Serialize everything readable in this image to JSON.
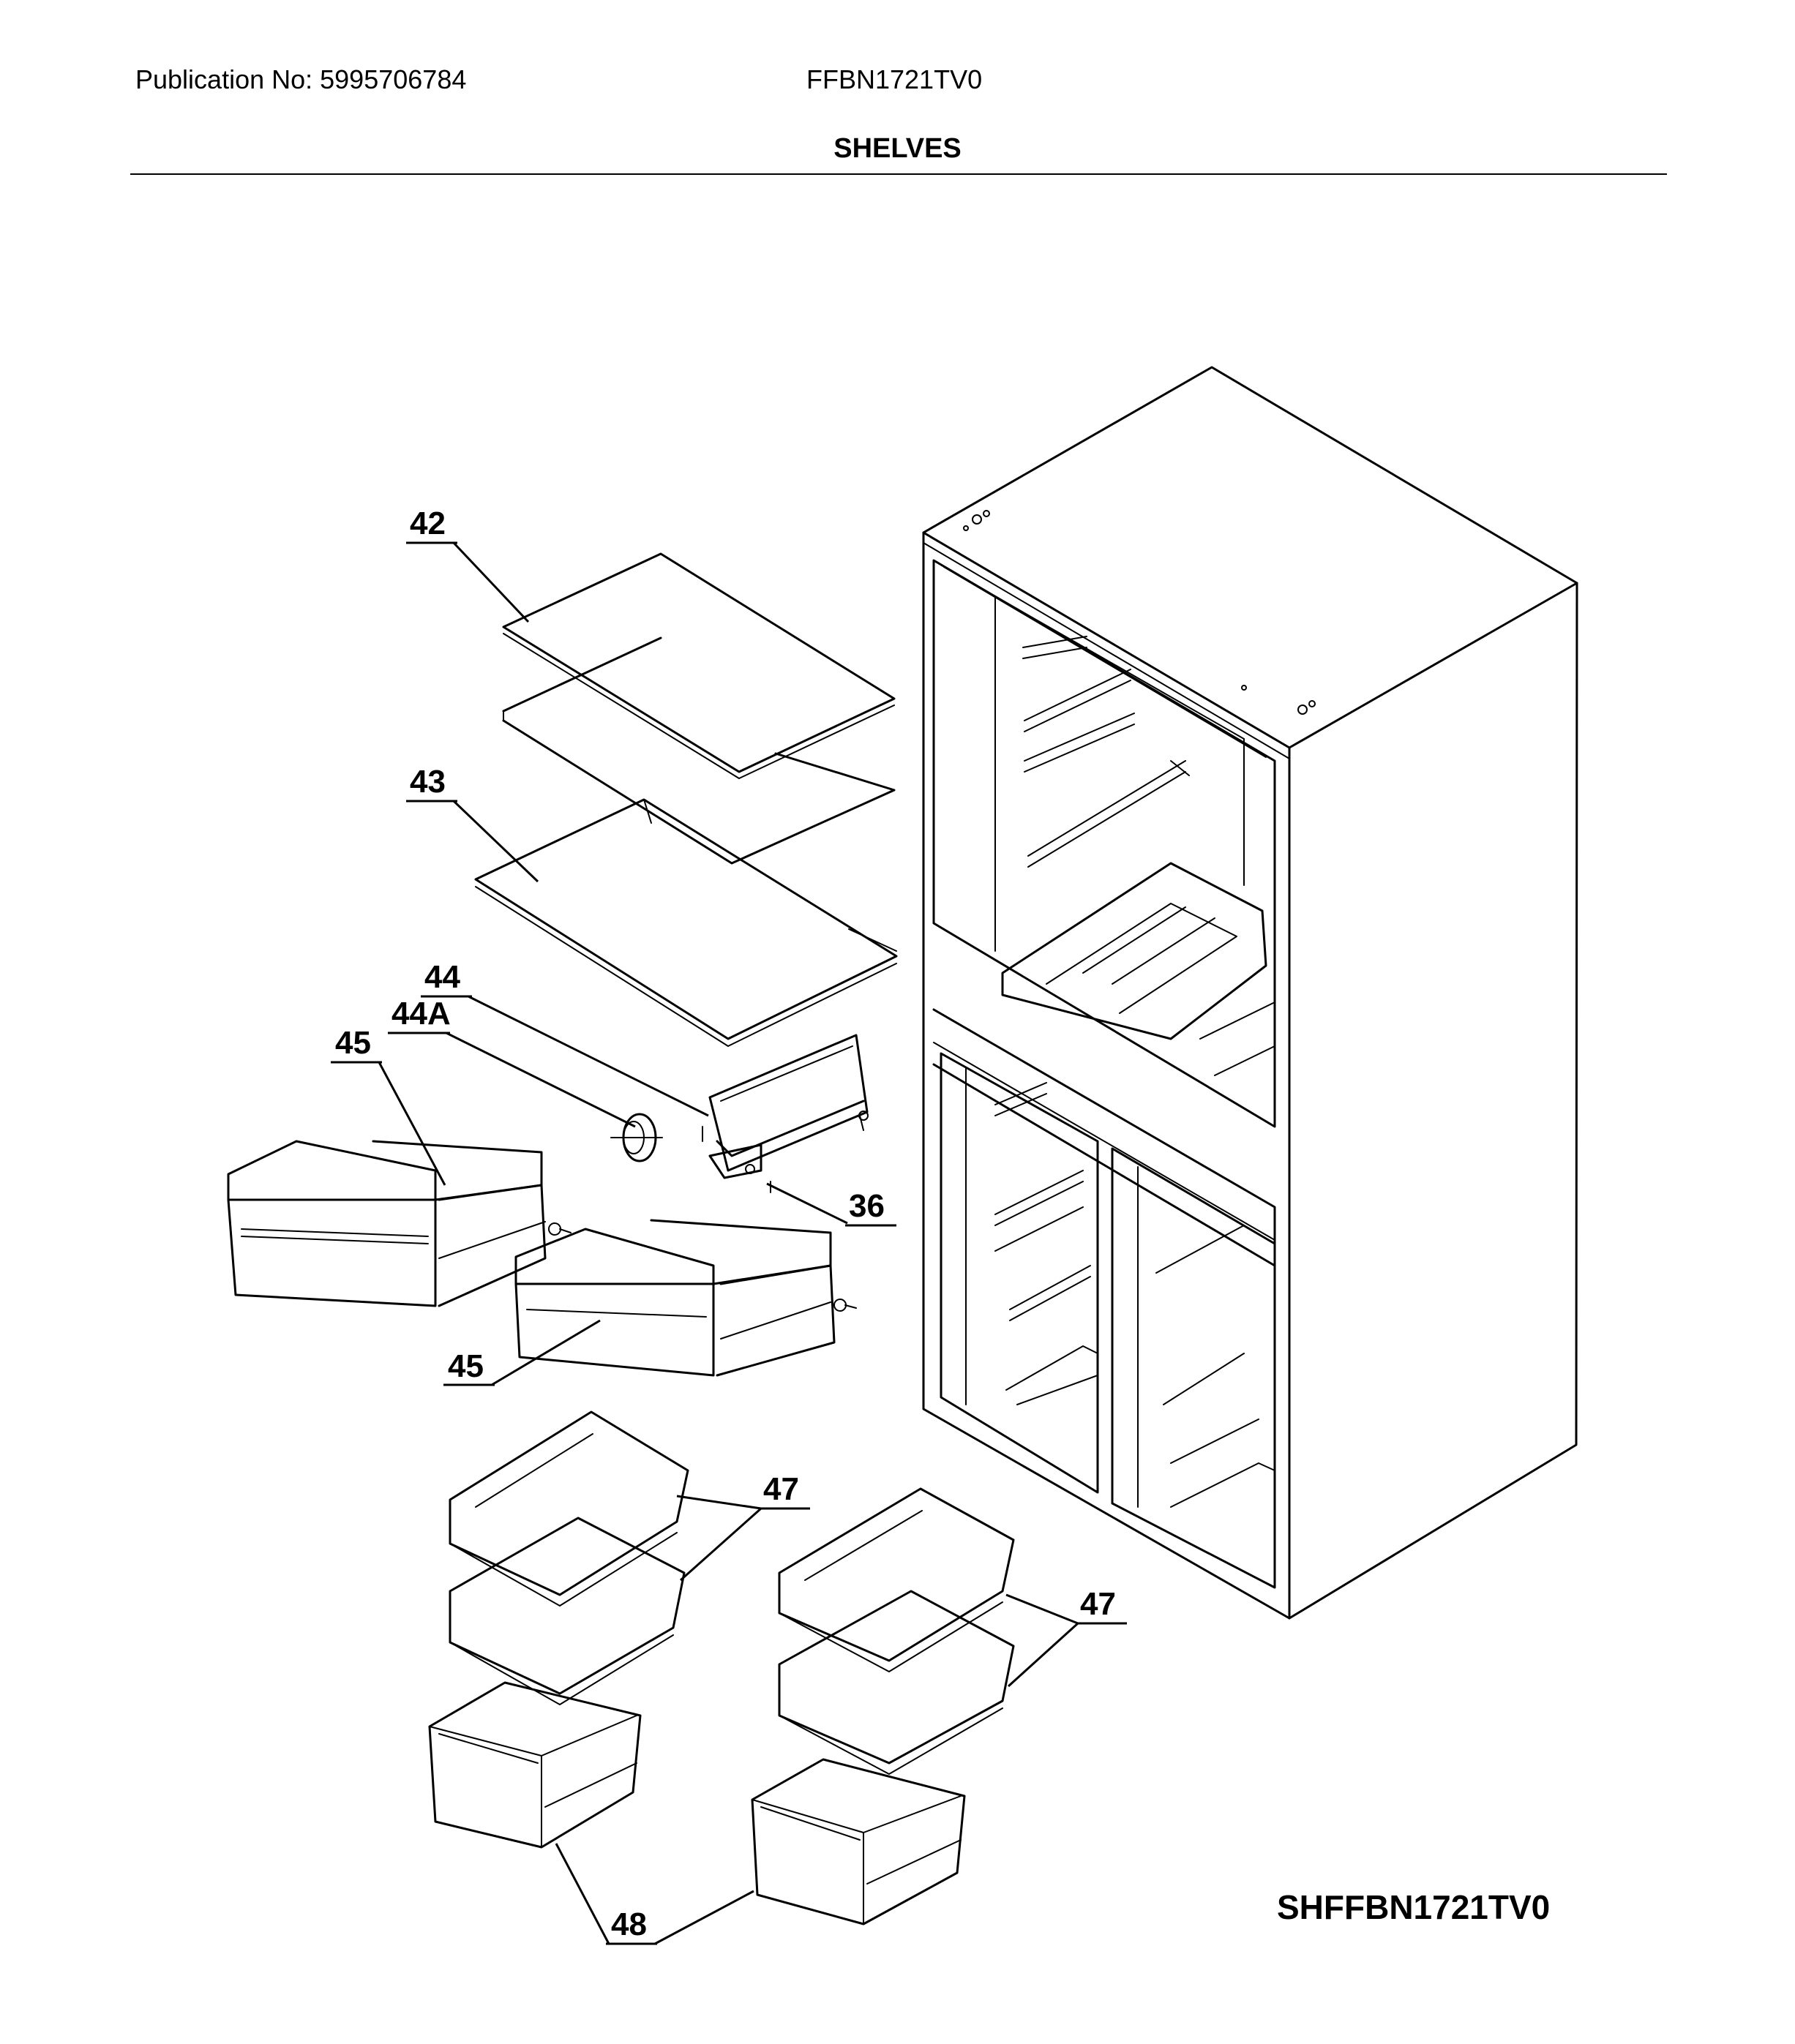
{
  "header": {
    "publication": "Publication No: 5995706784",
    "model": "FFBN1721TV0",
    "section_title": "SHELVES"
  },
  "callouts": {
    "c42": "42",
    "c43": "43",
    "c44": "44",
    "c44a": "44A",
    "c45a": "45",
    "c45b": "45",
    "c36": "36",
    "c47a": "47",
    "c47b": "47",
    "c48": "48"
  },
  "diagram_code": "SHFFBN1721TV0"
}
